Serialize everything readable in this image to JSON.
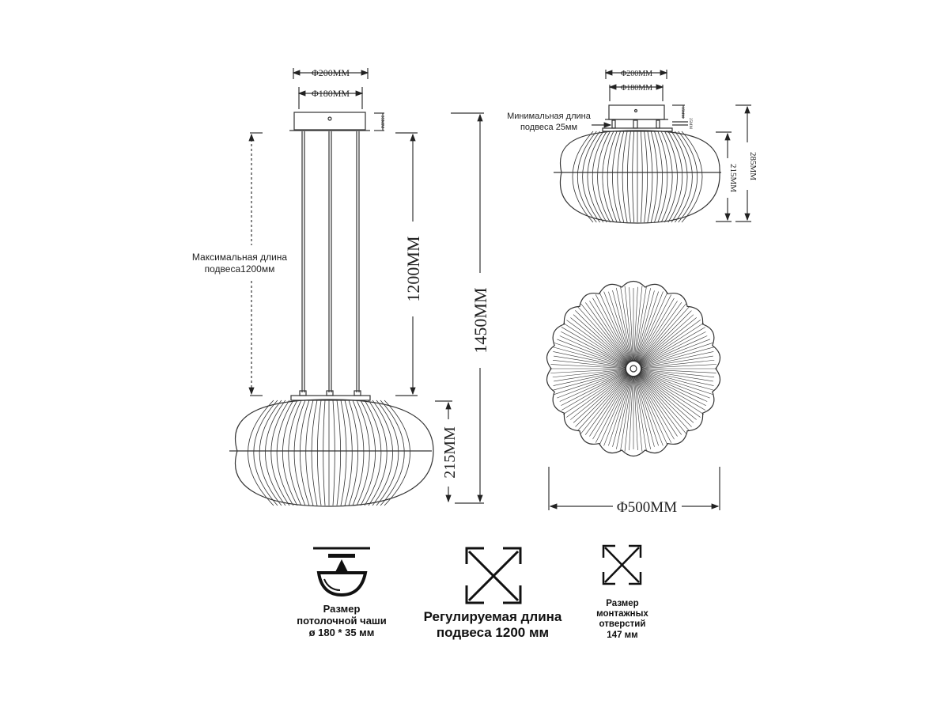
{
  "pendant_view": {
    "dim_outer_diameter": "Φ200MM",
    "dim_inner_diameter": "Φ180MM",
    "dim_canopy_height": "35MM",
    "dim_suspension": "1200MM",
    "dim_total": "1450MM",
    "dim_shade_height": "215MM",
    "note_line1": "Максимальная длина",
    "note_line2": "подвеса1200мм"
  },
  "ceiling_view": {
    "dim_outer_diameter": "Φ200MM",
    "dim_inner_diameter": "Φ180MM",
    "dim_canopy_height": "35MM",
    "dim_gap": "25MM",
    "dim_shade_height": "215MM",
    "dim_total": "285MM",
    "note_line1": "Минимальная длина",
    "note_line2": "подвеса 25мм"
  },
  "top_view": {
    "dim_diameter": "Φ500MM"
  },
  "legend": [
    {
      "icon": "ceiling-bowl-icon",
      "lines": [
        "Размер",
        "потолочной чаши",
        "ø 180 * 35 мм"
      ]
    },
    {
      "icon": "adjustable-length-icon",
      "lines": [
        "Регулируемая длина",
        "подвеса 1200 мм"
      ]
    },
    {
      "icon": "mounting-holes-icon",
      "lines": [
        "Размер",
        "монтажных",
        "отверстий",
        "147 мм"
      ]
    }
  ]
}
